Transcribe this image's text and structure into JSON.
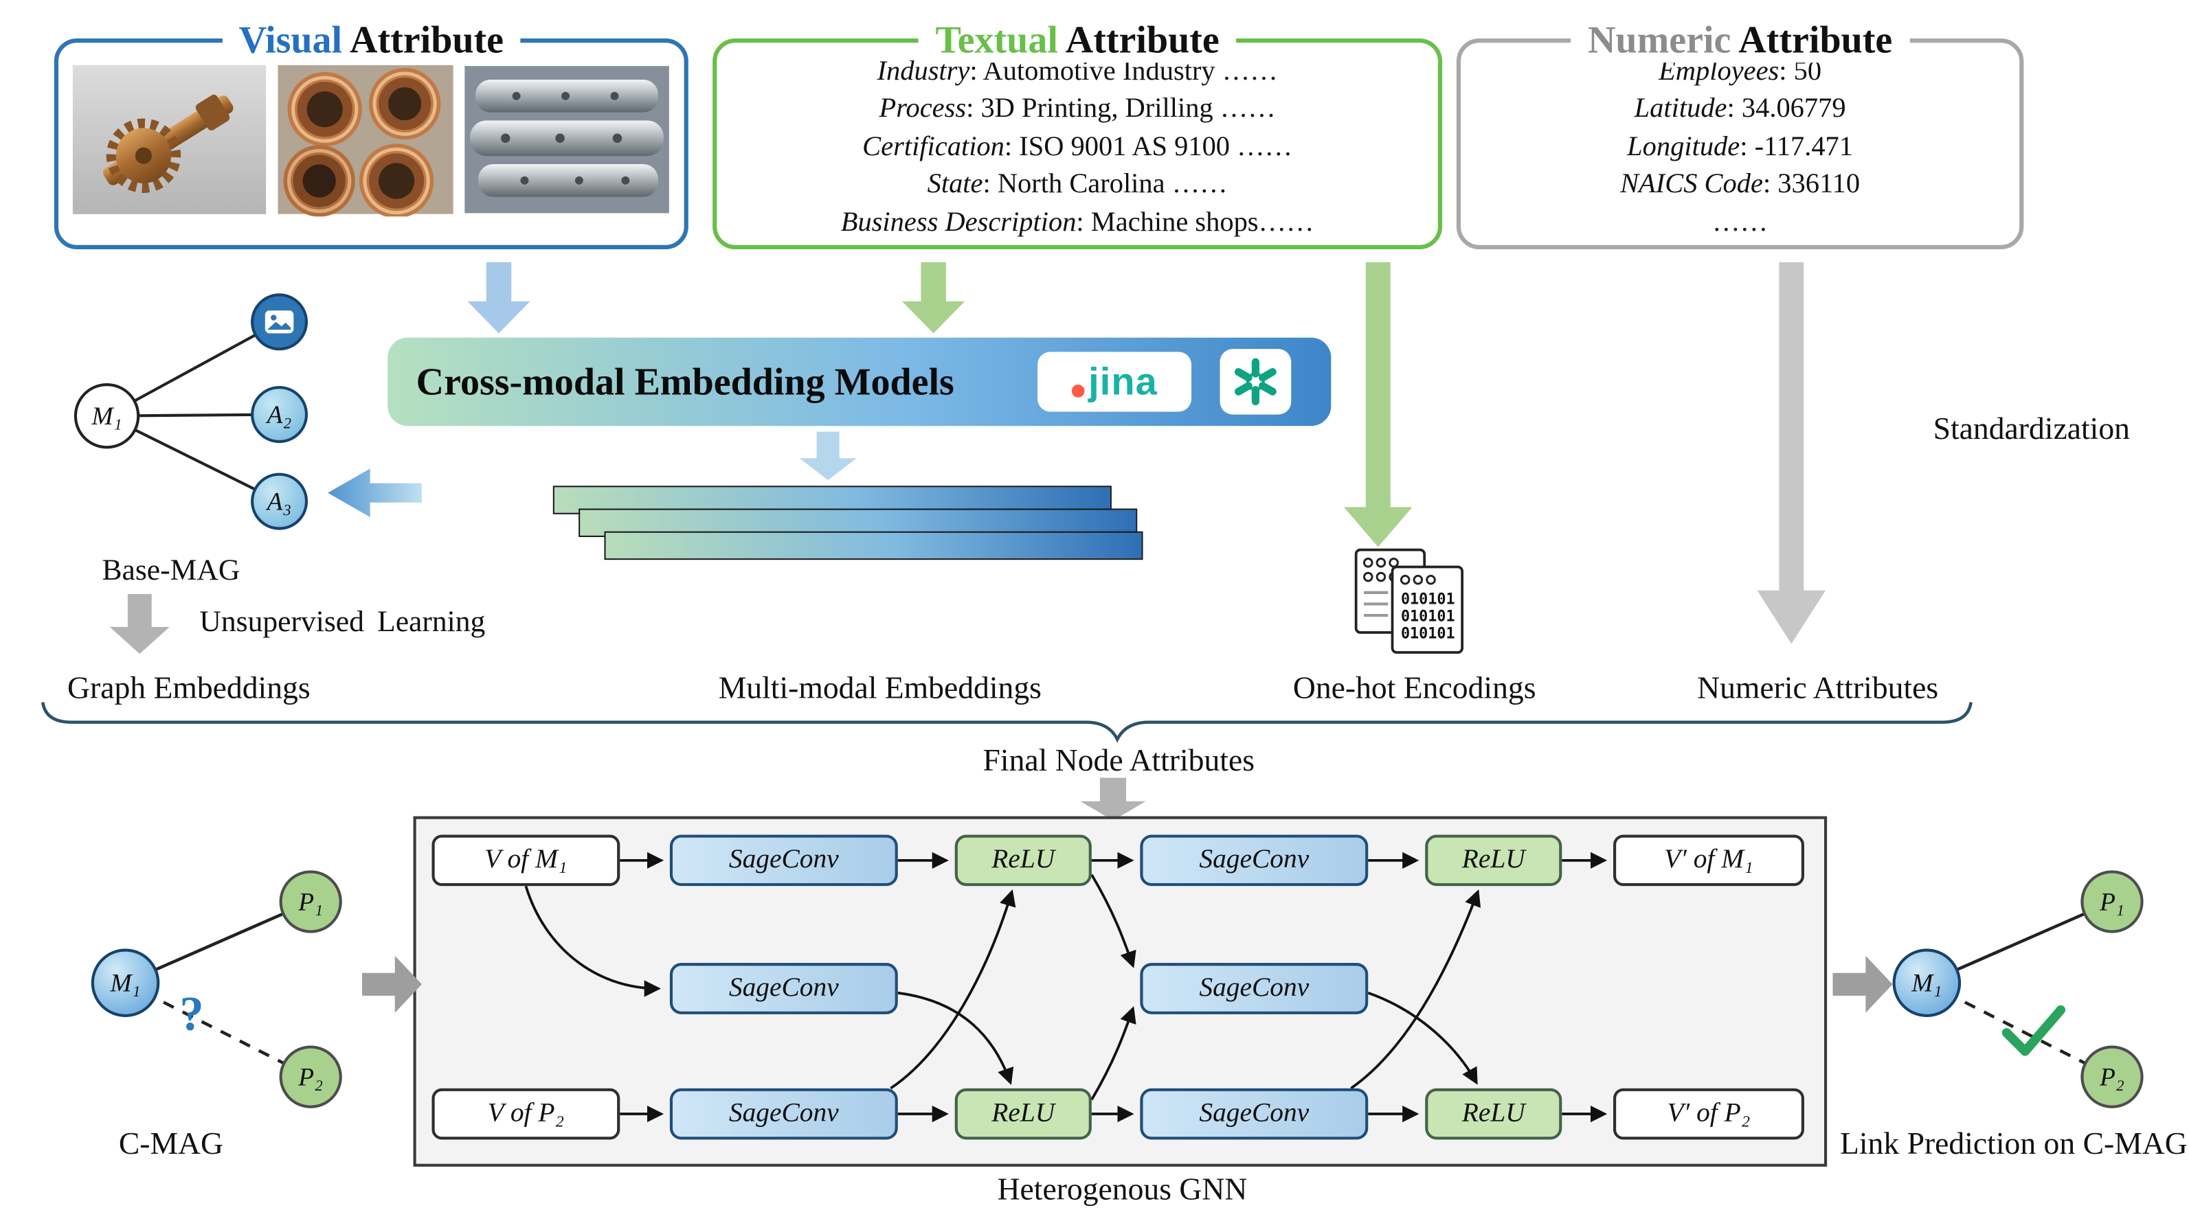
{
  "colors": {
    "visual_accent": "#2470c2",
    "textual_accent": "#6abf4a",
    "numeric_accent": "#8c8c8c",
    "openai_green": "#10a37f",
    "jina_teal": "#19b3a6",
    "question_blue": "#2879c0",
    "check_green": "#2aa45c"
  },
  "attributes": {
    "visual": {
      "title_accent": "Visual",
      "title_rest": " Attribute",
      "images": [
        "gear-shaft-part",
        "copper-tubes",
        "machined-cylinders"
      ]
    },
    "textual": {
      "title_accent": "Textual",
      "title_rest": " Attribute",
      "lines": [
        {
          "label": "Industry",
          "value": ": Automotive Industry ……"
        },
        {
          "label": "Process",
          "value": ": 3D Printing, Drilling ……"
        },
        {
          "label": "Certification",
          "value": ": ISO 9001 AS 9100 ……"
        },
        {
          "label": "State",
          "value": ": North Carolina ……"
        },
        {
          "label": "Business Description",
          "value": ": Machine shops……"
        }
      ]
    },
    "numeric": {
      "title_accent": "Numeric",
      "title_rest": " Attribute",
      "lines": [
        {
          "label": "Employees",
          "value": ": 50"
        },
        {
          "label": "Latitude",
          "value": ": 34.06779"
        },
        {
          "label": "Longitude",
          "value": ": -117.471"
        },
        {
          "label": "NAICS Code",
          "value": ": 336110"
        },
        {
          "label": "",
          "value": "……"
        }
      ]
    }
  },
  "embedding": {
    "title": "Cross-modal Embedding Models",
    "jina_text": "jina"
  },
  "base_mag": {
    "label": "Base-MAG",
    "m1": "M₁",
    "a2": "A₂",
    "a3": "A₃"
  },
  "labels": {
    "unsupervised": "Unsupervised Learning",
    "standardization": "Standardization",
    "graph_embeddings": "Graph Embeddings",
    "multimodal_embeddings": "Multi-modal Embeddings",
    "onehot_encodings": "One-hot Encodings",
    "numeric_attributes": "Numeric Attributes",
    "final_node_attributes": "Final Node Attributes"
  },
  "onehot_icon": {
    "rows": [
      "010101",
      "010101",
      "010101"
    ]
  },
  "cmag": {
    "label": "C-MAG",
    "m1": "M₁",
    "p1": "P₁",
    "p2": "P₂",
    "question_mark": "?"
  },
  "gnn": {
    "label": "Heterogenous GNN",
    "v_m1": "V of M₁",
    "v_m1_out": "V′ of M₁",
    "v_p2": "V of P₂",
    "v_p2_out": "V′ of P₂",
    "sageconv": "SageConv",
    "relu": "ReLU"
  },
  "result": {
    "label": "Link Prediction on C-MAG",
    "m1": "M₁",
    "p1": "P₁",
    "p2": "P₂"
  }
}
